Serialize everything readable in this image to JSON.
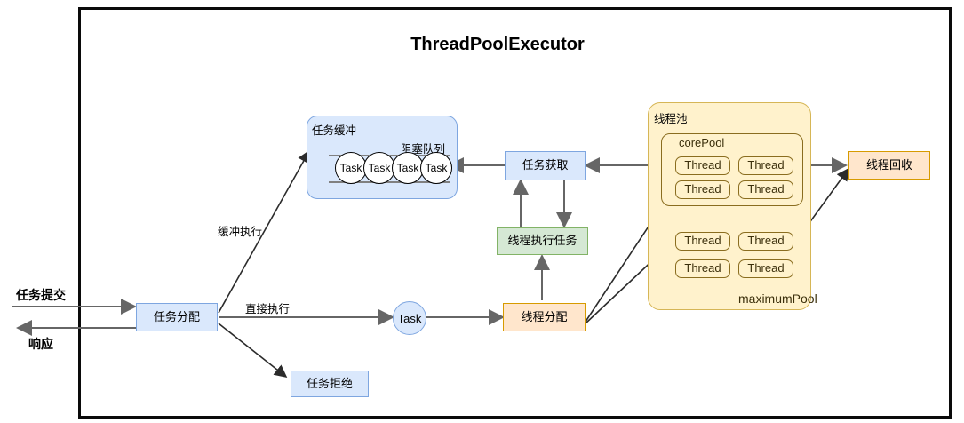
{
  "diagram": {
    "title": "ThreadPoolExecutor",
    "type": "flow-diagram"
  },
  "external": {
    "submit_label": "任务提交",
    "response_label": "响应"
  },
  "nodes": {
    "dispatch": "任务分配",
    "reject": "任务拒绝",
    "task_circle": "Task",
    "thread_alloc": "线程分配",
    "thread_exec": "线程执行任务",
    "task_fetch": "任务获取",
    "thread_recycle": "线程回收"
  },
  "buffer": {
    "title": "任务缓冲",
    "queue_label": "阻塞队列",
    "tasks": [
      "Task",
      "Task",
      "Task",
      "Task"
    ]
  },
  "pool": {
    "title": "线程池",
    "core_label": "corePool",
    "max_label": "maximumPool",
    "core_threads": [
      "Thread",
      "Thread",
      "Thread",
      "Thread"
    ],
    "max_threads": [
      "Thread",
      "Thread",
      "Thread",
      "Thread"
    ]
  },
  "edges": {
    "buffered": "缓冲执行",
    "direct": "直接执行"
  },
  "colors": {
    "blue_fill": "#dae8fc",
    "blue_stroke": "#7ea6e0",
    "green_fill": "#d5e8d4",
    "green_stroke": "#82b366",
    "orange_fill": "#ffe6cc",
    "orange_stroke": "#d79b00",
    "pool_fill": "#fff2cc",
    "pool_stroke": "#d6b656",
    "arrow": "#666666",
    "frame": "#0a0a0a"
  }
}
